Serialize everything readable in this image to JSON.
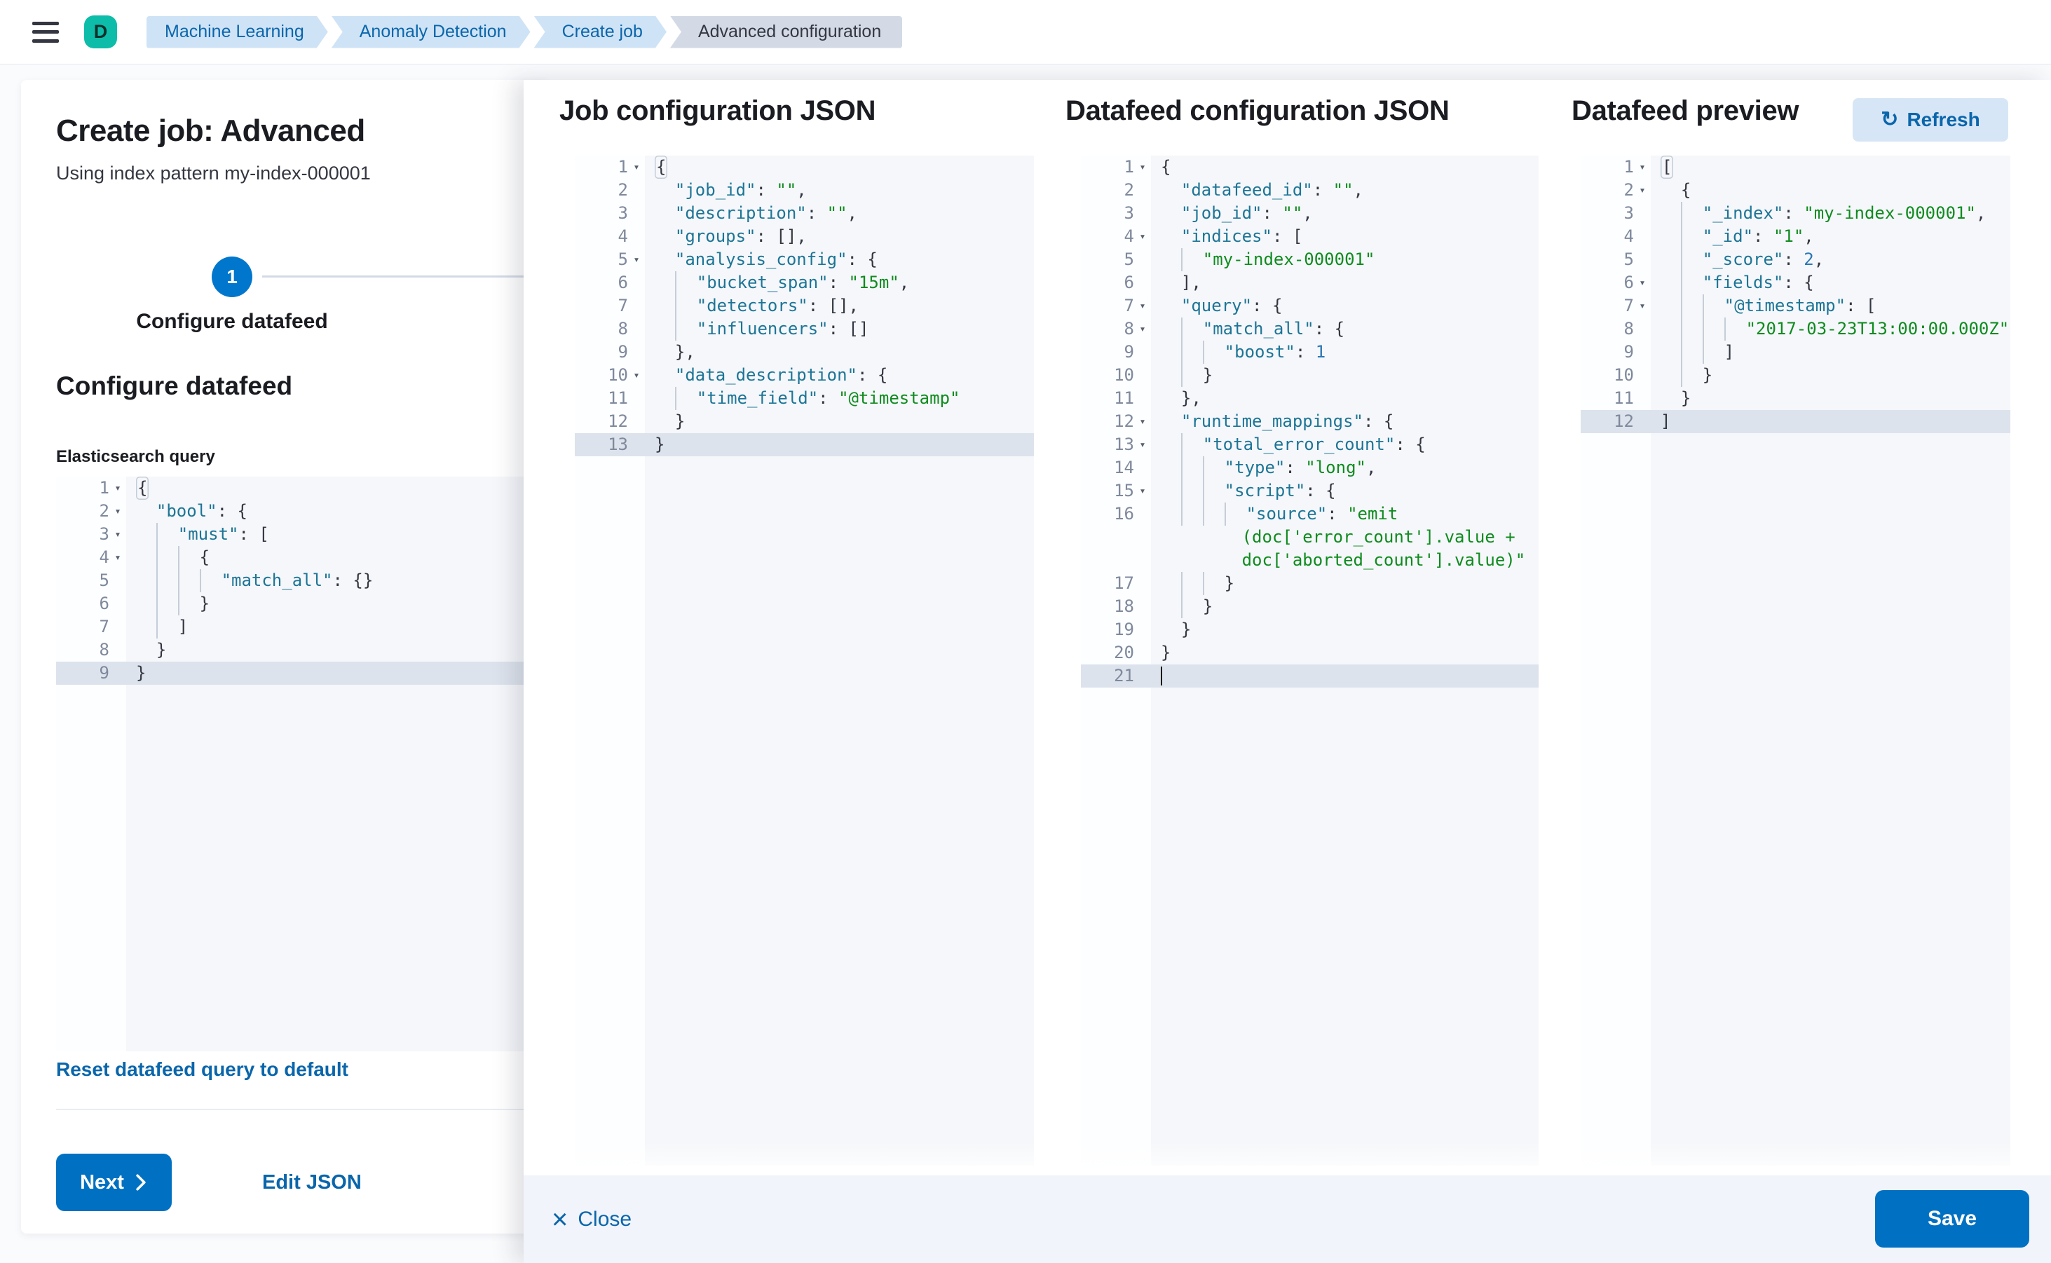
{
  "header": {
    "avatar_initial": "D",
    "breadcrumbs": [
      {
        "label": "Machine Learning"
      },
      {
        "label": "Anomaly Detection"
      },
      {
        "label": "Create job"
      },
      {
        "label": "Advanced configuration"
      }
    ]
  },
  "wizard": {
    "title": "Create job: Advanced",
    "subtitle": "Using index pattern my-index-000001",
    "step_number": "1",
    "step_label": "Configure datafeed",
    "section_heading": "Configure datafeed",
    "query_label": "Elasticsearch query",
    "reset_link": "Reset datafeed query to default",
    "next_button": "Next",
    "edit_json_link": "Edit JSON"
  },
  "flyout": {
    "columns": [
      {
        "title": "Job configuration JSON"
      },
      {
        "title": "Datafeed configuration JSON"
      },
      {
        "title": "Datafeed preview"
      }
    ],
    "refresh_button": "Refresh",
    "refresh_icon": "↻",
    "close_button": "Close",
    "close_icon": "×",
    "save_button": "Save"
  },
  "colors": {
    "accent_button": "#0071c2",
    "link_blue": "#0a66ab",
    "step_circle": "#0077cc",
    "avatar_teal": "#0dbda9",
    "breadcrumb_blue_bg": "#cfe3f6",
    "breadcrumb_gray_bg": "#d3dae6",
    "code_key": "#1d7596",
    "code_string": "#0f8b1f",
    "code_number": "#2b77b5",
    "line_highlight": "#dde3ec"
  },
  "editors": {
    "es_query": {
      "lines": [
        {
          "n": "1",
          "f": true,
          "g": -1,
          "seg": [
            [
              "pb",
              "{"
            ]
          ]
        },
        {
          "n": "2",
          "f": true,
          "g": 0,
          "seg": [
            [
              "k",
              "\"bool\""
            ],
            [
              "p",
              ": {"
            ]
          ]
        },
        {
          "n": "3",
          "f": true,
          "g": 1,
          "seg": [
            [
              "k",
              "\"must\""
            ],
            [
              "p",
              ": ["
            ]
          ]
        },
        {
          "n": "4",
          "f": true,
          "g": 2,
          "seg": [
            [
              "p",
              "{"
            ]
          ]
        },
        {
          "n": "5",
          "g": 3,
          "seg": [
            [
              "k",
              "\"match_all\""
            ],
            [
              "p",
              ": {}"
            ]
          ]
        },
        {
          "n": "6",
          "g": 2,
          "seg": [
            [
              "p",
              "}"
            ]
          ]
        },
        {
          "n": "7",
          "g": 1,
          "seg": [
            [
              "p",
              "]"
            ]
          ]
        },
        {
          "n": "8",
          "g": 0,
          "seg": [
            [
              "p",
              "}"
            ]
          ]
        },
        {
          "n": "9",
          "g": -1,
          "hl": true,
          "seg": [
            [
              "p",
              "}"
            ]
          ]
        }
      ]
    },
    "job_config": {
      "lines": [
        {
          "n": "1",
          "f": true,
          "g": -1,
          "seg": [
            [
              "pb",
              "{"
            ]
          ]
        },
        {
          "n": "2",
          "g": 0,
          "seg": [
            [
              "k",
              "\"job_id\""
            ],
            [
              "p",
              ": "
            ],
            [
              "s",
              "\"\""
            ],
            [
              "p",
              ","
            ]
          ]
        },
        {
          "n": "3",
          "g": 0,
          "seg": [
            [
              "k",
              "\"description\""
            ],
            [
              "p",
              ": "
            ],
            [
              "s",
              "\"\""
            ],
            [
              "p",
              ","
            ]
          ]
        },
        {
          "n": "4",
          "g": 0,
          "seg": [
            [
              "k",
              "\"groups\""
            ],
            [
              "p",
              ": [],"
            ]
          ]
        },
        {
          "n": "5",
          "f": true,
          "g": 0,
          "seg": [
            [
              "k",
              "\"analysis_config\""
            ],
            [
              "p",
              ": {"
            ]
          ]
        },
        {
          "n": "6",
          "g": 1,
          "seg": [
            [
              "k",
              "\"bucket_span\""
            ],
            [
              "p",
              ": "
            ],
            [
              "s",
              "\"15m\""
            ],
            [
              "p",
              ","
            ]
          ]
        },
        {
          "n": "7",
          "g": 1,
          "seg": [
            [
              "k",
              "\"detectors\""
            ],
            [
              "p",
              ": [],"
            ]
          ]
        },
        {
          "n": "8",
          "g": 1,
          "seg": [
            [
              "k",
              "\"influencers\""
            ],
            [
              "p",
              ": []"
            ]
          ]
        },
        {
          "n": "9",
          "g": 0,
          "seg": [
            [
              "p",
              "},"
            ]
          ]
        },
        {
          "n": "10",
          "f": true,
          "g": 0,
          "seg": [
            [
              "k",
              "\"data_description\""
            ],
            [
              "p",
              ": {"
            ]
          ]
        },
        {
          "n": "11",
          "g": 1,
          "seg": [
            [
              "k",
              "\"time_field\""
            ],
            [
              "p",
              ": "
            ],
            [
              "s",
              "\"@timestamp\""
            ]
          ]
        },
        {
          "n": "12",
          "g": 0,
          "seg": [
            [
              "p",
              "}"
            ]
          ]
        },
        {
          "n": "13",
          "g": -1,
          "hl": true,
          "seg": [
            [
              "p",
              "}"
            ]
          ]
        }
      ]
    },
    "datafeed_config": {
      "lines": [
        {
          "n": "1",
          "f": true,
          "g": -1,
          "seg": [
            [
              "p",
              "{"
            ]
          ]
        },
        {
          "n": "2",
          "g": 0,
          "seg": [
            [
              "k",
              "\"datafeed_id\""
            ],
            [
              "p",
              ": "
            ],
            [
              "s",
              "\"\""
            ],
            [
              "p",
              ","
            ]
          ]
        },
        {
          "n": "3",
          "g": 0,
          "seg": [
            [
              "k",
              "\"job_id\""
            ],
            [
              "p",
              ": "
            ],
            [
              "s",
              "\"\""
            ],
            [
              "p",
              ","
            ]
          ]
        },
        {
          "n": "4",
          "f": true,
          "g": 0,
          "seg": [
            [
              "k",
              "\"indices\""
            ],
            [
              "p",
              ": ["
            ]
          ]
        },
        {
          "n": "5",
          "g": 1,
          "seg": [
            [
              "s",
              "\"my-index-000001\""
            ]
          ]
        },
        {
          "n": "6",
          "g": 0,
          "seg": [
            [
              "p",
              "],"
            ]
          ]
        },
        {
          "n": "7",
          "f": true,
          "g": 0,
          "seg": [
            [
              "k",
              "\"query\""
            ],
            [
              "p",
              ": {"
            ]
          ]
        },
        {
          "n": "8",
          "f": true,
          "g": 1,
          "seg": [
            [
              "k",
              "\"match_all\""
            ],
            [
              "p",
              ": {"
            ]
          ]
        },
        {
          "n": "9",
          "g": 2,
          "seg": [
            [
              "k",
              "\"boost\""
            ],
            [
              "p",
              ": "
            ],
            [
              "n",
              "1"
            ]
          ]
        },
        {
          "n": "10",
          "g": 1,
          "seg": [
            [
              "p",
              "}"
            ]
          ]
        },
        {
          "n": "11",
          "g": 0,
          "seg": [
            [
              "p",
              "},"
            ]
          ]
        },
        {
          "n": "12",
          "f": true,
          "g": 0,
          "seg": [
            [
              "k",
              "\"runtime_mappings\""
            ],
            [
              "p",
              ": {"
            ]
          ]
        },
        {
          "n": "13",
          "f": true,
          "g": 1,
          "seg": [
            [
              "k",
              "\"total_error_count\""
            ],
            [
              "p",
              ": {"
            ]
          ]
        },
        {
          "n": "14",
          "g": 2,
          "seg": [
            [
              "k",
              "\"type\""
            ],
            [
              "p",
              ": "
            ],
            [
              "s",
              "\"long\""
            ],
            [
              "p",
              ","
            ]
          ]
        },
        {
          "n": "15",
          "f": true,
          "g": 2,
          "seg": [
            [
              "k",
              "\"script\""
            ],
            [
              "p",
              ": {"
            ]
          ]
        },
        {
          "n": "16",
          "g": 3,
          "seg": [
            [
              "k",
              "\"source\""
            ],
            [
              "p",
              ": "
            ],
            [
              "s",
              "\"emit"
            ]
          ]
        },
        {
          "n": "",
          "g": -1,
          "seg": [
            [
              "s",
              "        (doc['error_count'].value +"
            ]
          ]
        },
        {
          "n": "",
          "g": -1,
          "seg": [
            [
              "s",
              "        doc['aborted_count'].value)\""
            ]
          ]
        },
        {
          "n": "17",
          "g": 2,
          "seg": [
            [
              "p",
              "}"
            ]
          ]
        },
        {
          "n": "18",
          "g": 1,
          "seg": [
            [
              "p",
              "}"
            ]
          ]
        },
        {
          "n": "19",
          "g": 0,
          "seg": [
            [
              "p",
              "}"
            ]
          ]
        },
        {
          "n": "20",
          "g": -1,
          "seg": [
            [
              "p",
              "}"
            ]
          ]
        },
        {
          "n": "21",
          "g": -1,
          "hl": true,
          "cur": true,
          "seg": []
        }
      ]
    },
    "datafeed_preview": {
      "lines": [
        {
          "n": "1",
          "f": true,
          "g": -1,
          "seg": [
            [
              "pb",
              "["
            ]
          ]
        },
        {
          "n": "2",
          "f": true,
          "g": 0,
          "seg": [
            [
              "p",
              "{"
            ]
          ]
        },
        {
          "n": "3",
          "g": 1,
          "seg": [
            [
              "k",
              "\"_index\""
            ],
            [
              "p",
              ": "
            ],
            [
              "s",
              "\"my-index-000001\""
            ],
            [
              "p",
              ","
            ]
          ]
        },
        {
          "n": "4",
          "g": 1,
          "seg": [
            [
              "k",
              "\"_id\""
            ],
            [
              "p",
              ": "
            ],
            [
              "s",
              "\"1\""
            ],
            [
              "p",
              ","
            ]
          ]
        },
        {
          "n": "5",
          "g": 1,
          "seg": [
            [
              "k",
              "\"_score\""
            ],
            [
              "p",
              ": "
            ],
            [
              "n",
              "2"
            ],
            [
              "p",
              ","
            ]
          ]
        },
        {
          "n": "6",
          "f": true,
          "g": 1,
          "seg": [
            [
              "k",
              "\"fields\""
            ],
            [
              "p",
              ": {"
            ]
          ]
        },
        {
          "n": "7",
          "f": true,
          "g": 2,
          "seg": [
            [
              "k",
              "\"@timestamp\""
            ],
            [
              "p",
              ": ["
            ]
          ]
        },
        {
          "n": "8",
          "g": 3,
          "seg": [
            [
              "s",
              "\"2017-03-23T13:00:00.000Z\""
            ]
          ]
        },
        {
          "n": "9",
          "g": 2,
          "seg": [
            [
              "p",
              "]"
            ]
          ]
        },
        {
          "n": "10",
          "g": 1,
          "seg": [
            [
              "p",
              "}"
            ]
          ]
        },
        {
          "n": "11",
          "g": 0,
          "seg": [
            [
              "p",
              "}"
            ]
          ]
        },
        {
          "n": "12",
          "g": -1,
          "hl": true,
          "seg": [
            [
              "p",
              "]"
            ]
          ]
        }
      ]
    }
  }
}
